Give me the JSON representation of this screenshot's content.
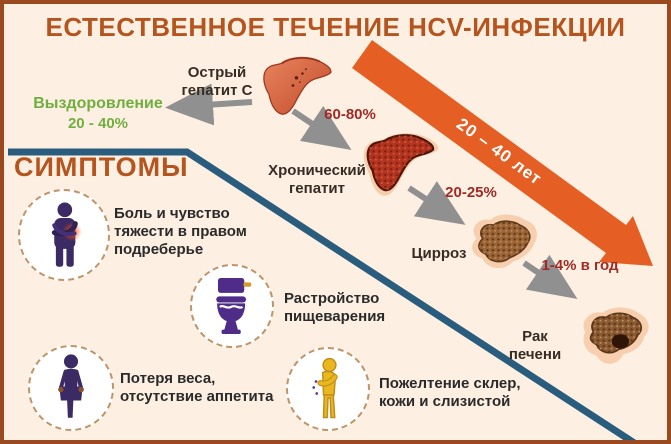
{
  "title": "ЕСТЕСТВЕННОЕ ТЕЧЕНИЕ HCV-ИНФЕКЦИИ",
  "flow": {
    "acute_label": "Острый\nгепатит C",
    "recovery_label": "Выздоровление",
    "recovery_percent": "20 - 40%",
    "acute_to_chronic_percent": "60-80%",
    "chronic_label": "Хронический\nгепатит",
    "chronic_to_cirrhosis_percent": "20-25%",
    "cirrhosis_label": "Цирроз",
    "cirrhosis_to_cancer_percent": "1-4% в год",
    "cancer_label": "Рак печени",
    "duration_label": "20 – 40 лет"
  },
  "symptoms": {
    "heading": "СИМПТОМЫ",
    "items": [
      {
        "icon": "person-abdominal-pain-icon",
        "text": "Боль и чувство\nтяжести в правом\nподреберье"
      },
      {
        "icon": "toilet-icon",
        "text": "Растройство\nпищеварения"
      },
      {
        "icon": "person-weight-loss-icon",
        "text": "Потеря веса,\nотсутствие аппетита"
      },
      {
        "icon": "person-jaundice-icon",
        "text": "Пожелтение склер,\nкожи и слизистой"
      }
    ]
  },
  "colors": {
    "background": "#fdf0e2",
    "border": "#9a4a1e",
    "heading_orange": "#b5541e",
    "percent_red": "#9f2a26",
    "recovery_green": "#6fae3f",
    "timeline_orange": "#e55f25",
    "divider_teal": "#2a5d7d",
    "arrow_gray": "#909090",
    "icon_purple": "#3b2a63",
    "icon_toilet_purple": "#4f2c87",
    "icon_yellow": "#eab71e"
  }
}
